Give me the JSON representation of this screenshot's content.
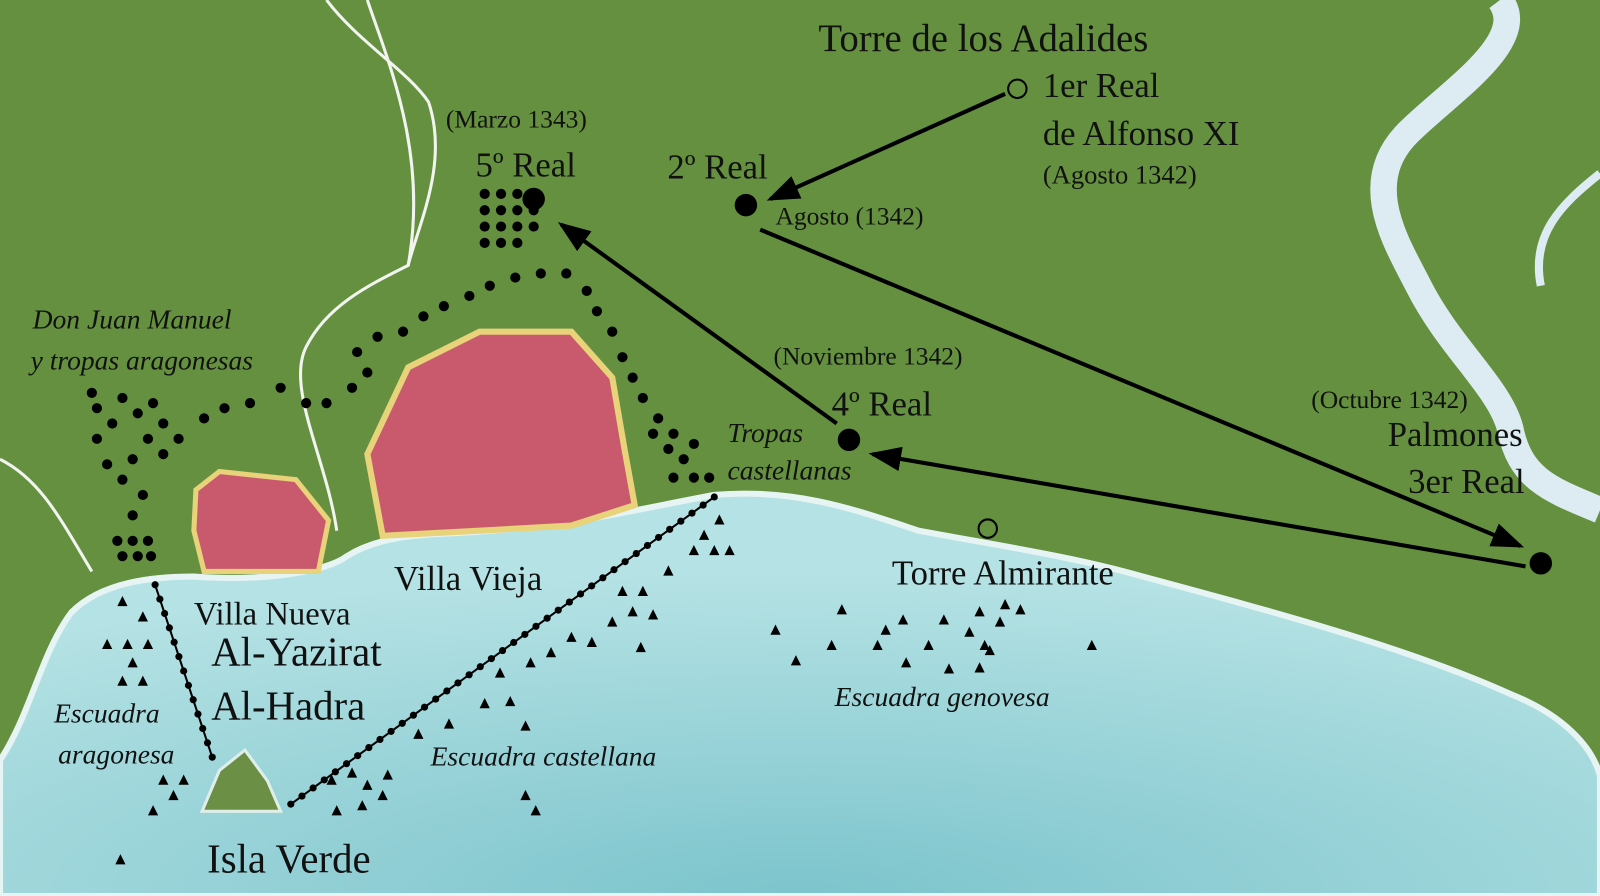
{
  "colors": {
    "land": "#64903f",
    "sea": "#9fd7dc",
    "sea_deep": "#84c9d0",
    "river": "#dcecf2",
    "city": "#c95a6e",
    "city_border": "#e8d27a"
  },
  "labels": {
    "torre_adalides": "Torre de los Adalides",
    "real1_a": "1er Real",
    "real1_b": "de Alfonso XI",
    "real1_date": "(Agosto 1342)",
    "real2": "2º Real",
    "real2_date": "Agosto (1342)",
    "real5_date": "(Marzo 1343)",
    "real5": "5º Real",
    "real4_date": "(Noviembre 1342)",
    "real4": "4º Real",
    "real3_date": "(Octubre 1342)",
    "palmones": "Palmones",
    "real3": "3er Real",
    "don_juan_a": "Don Juan Manuel",
    "don_juan_b": "y tropas aragonesas",
    "tropas_a": "Tropas",
    "tropas_b": "castellanas",
    "villa_vieja": "Villa Vieja",
    "villa_nueva": "Villa Nueva",
    "al_yazirat": "Al-Yazirat",
    "al_hadra": "Al-Hadra",
    "torre_almirante": "Torre Almirante",
    "esc_aragonesa_a": "Escuadra",
    "esc_aragonesa_b": "aragonesa",
    "esc_castellana": "Escuadra castellana",
    "esc_genovesa": "Escuadra genovesa",
    "isla_verde": "Isla Verde"
  }
}
